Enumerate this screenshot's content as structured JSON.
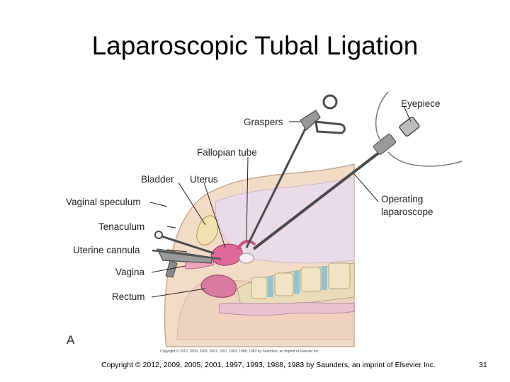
{
  "slide": {
    "title": "Laparoscopic Tubal Ligation",
    "footer_copyright": "Copyright © 2012, 2009, 2005, 2001, 1997, 1993, 1988, 1983 by Saunders, an imprint of Elsevier Inc.",
    "page_number": "31"
  },
  "figure": {
    "panel_letter": "A",
    "image_copyright": "Copyright © 2012, 2009, 2005, 2001, 1997, 1993, 1988, 1983 by Saunders, an imprint of Elsevier Inc.",
    "labels": {
      "eyepiece": "Eyepiece",
      "graspers": "Graspers",
      "fallopian_tube": "Fallopian tube",
      "bladder": "Bladder",
      "uterus": "Uterus",
      "vaginal_speculum": "Vaginal speculum",
      "tenaculum": "Tenaculum",
      "uterine_cannula": "Uterine cannula",
      "vagina": "Vagina",
      "rectum": "Rectum",
      "operating_laparoscope_line1": "Operating",
      "operating_laparoscope_line2": "laparoscope"
    }
  },
  "colors": {
    "skin": "#f2dcc8",
    "cavity": "#e9dbe7",
    "uterus": "#e06a9a",
    "bowel": "#d97ba0",
    "bone": "#eadcb8",
    "disc": "#8fc3d6",
    "instrument": "#4a4a4a"
  }
}
